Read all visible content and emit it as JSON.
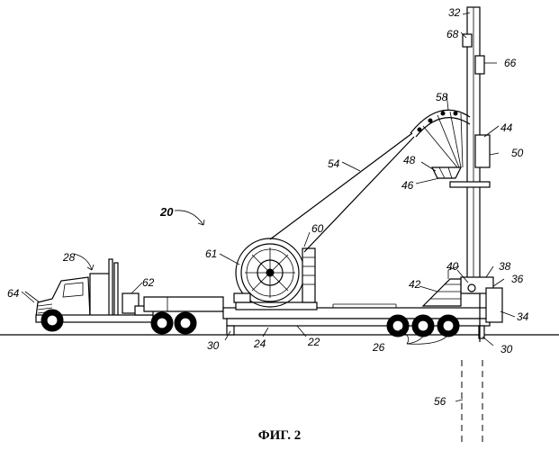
{
  "figure": {
    "caption": "ФИГ. 2"
  },
  "labels": {
    "l20": "20",
    "l22": "22",
    "l24": "24",
    "l26": "26",
    "l28": "28",
    "l30a": "30",
    "l30b": "30",
    "l32": "32",
    "l34": "34",
    "l36": "36",
    "l38": "38",
    "l40": "40",
    "l42": "42",
    "l44": "44",
    "l46": "46",
    "l48": "48",
    "l50": "50",
    "l54": "54",
    "l56": "56",
    "l58": "58",
    "l60": "60",
    "l61": "61",
    "l62": "62",
    "l64": "64",
    "l66": "66",
    "l68": "68"
  }
}
